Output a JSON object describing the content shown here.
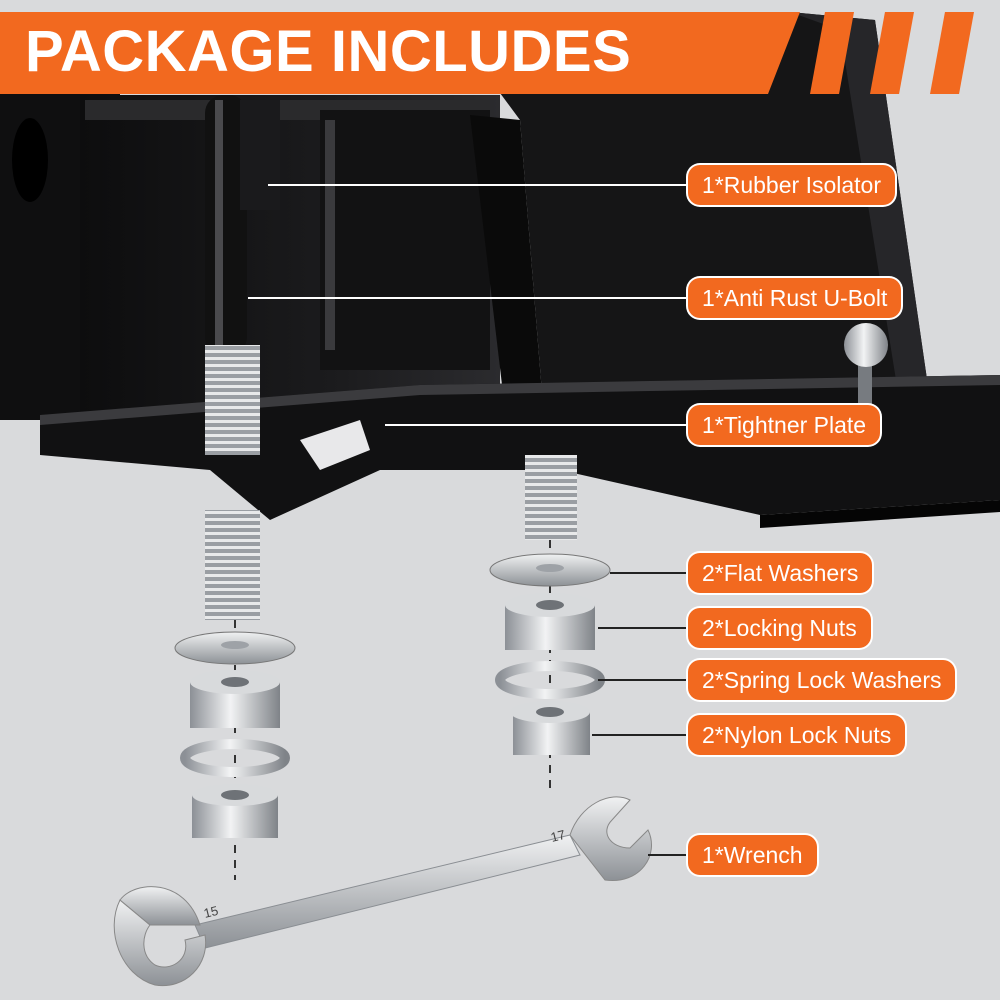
{
  "header": {
    "title": "PACKAGE INCLUDES"
  },
  "callouts": [
    {
      "id": "rubber-isolator",
      "text": "1*Rubber Isolator"
    },
    {
      "id": "u-bolt",
      "text": "1*Anti Rust U-Bolt"
    },
    {
      "id": "tightner-plate",
      "text": "1*Tightner Plate"
    },
    {
      "id": "flat-washers",
      "text": "2*Flat Washers"
    },
    {
      "id": "locking-nuts",
      "text": "2*Locking Nuts"
    },
    {
      "id": "spring-lock-washers",
      "text": "2*Spring Lock Washers"
    },
    {
      "id": "nylon-lock-nuts",
      "text": "2*Nylon Lock Nuts"
    },
    {
      "id": "wrench",
      "text": "1*Wrench"
    }
  ],
  "wrench": {
    "size_left": "15",
    "size_right": "17"
  },
  "colors": {
    "accent": "#f2691f",
    "background": "#d9dadc",
    "steel": "#1a1a1a",
    "metal": "#b9bcc0"
  }
}
